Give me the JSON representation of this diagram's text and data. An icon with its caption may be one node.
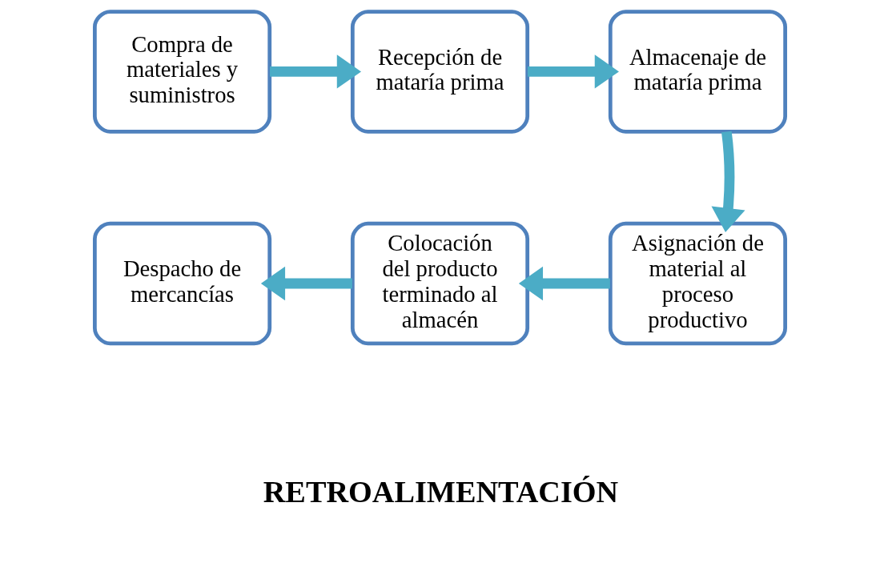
{
  "diagram": {
    "nodes": [
      {
        "text": [
          "Compra de materiales y suministros"
        ]
      },
      {
        "text": [
          "Recepción de mataría prima"
        ]
      },
      {
        "text": [
          "Almacenaje de mataría prima"
        ]
      },
      {
        "text": [
          "Asignación de material al proceso productivo"
        ]
      },
      {
        "text": [
          "Colocación del producto terminado al almacén"
        ]
      },
      {
        "text": [
          "Despacho de mercancías"
        ]
      }
    ],
    "edges": [
      {
        "from": 0,
        "to": 1,
        "arrow": "to"
      },
      {
        "from": 1,
        "to": 2,
        "arrow": "to"
      },
      {
        "from": 2,
        "to": 3,
        "arrow": "to"
      },
      {
        "from": 3,
        "to": 4,
        "arrow": "to"
      },
      {
        "from": 4,
        "to": 5,
        "arrow": "to"
      }
    ],
    "labels": [
      "RETROALIMENTACIÓN"
    ]
  }
}
